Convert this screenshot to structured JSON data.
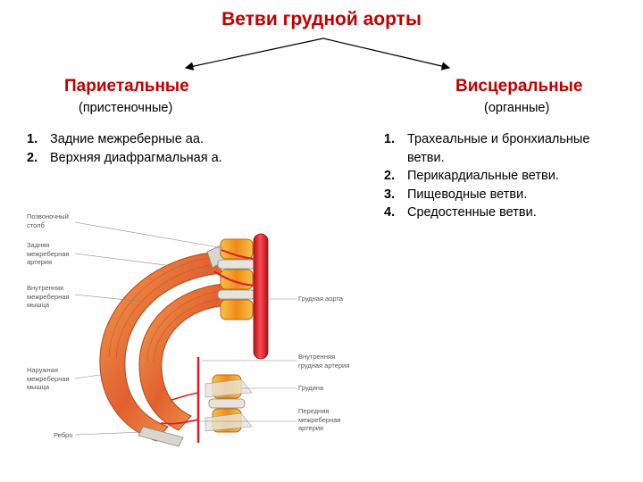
{
  "title": "Ветви грудной аорты",
  "left": {
    "heading": "Париетальные",
    "subheading": "(пристеночные)",
    "items": [
      {
        "num": "1.",
        "text": "Задние межреберные аа."
      },
      {
        "num": "2.",
        "text": "Верхняя диафрагмальная а."
      }
    ]
  },
  "right": {
    "heading": "Висцеральные",
    "subheading": "(органные)",
    "items": [
      {
        "num": "1.",
        "text": "Трахеальные и бронхиальные"
      },
      {
        "num": "",
        "text": "ветви."
      },
      {
        "num": "2.",
        "text": "Перикардиальные ветви."
      },
      {
        "num": "3.",
        "text": "Пищеводные ветви."
      },
      {
        "num": "4.",
        "text": "Средостенные ветви."
      }
    ]
  },
  "figure_labels": {
    "spine": [
      "Позвоночный",
      "столб"
    ],
    "post_artery": [
      "Задняя",
      "межреберная",
      "артерия"
    ],
    "inner_muscle": [
      "Внутренняя",
      "межреберная",
      "мышца"
    ],
    "outer_muscle": [
      "Наружная",
      "межреберная",
      "мышца"
    ],
    "rib": [
      "Ребро"
    ],
    "thoracic_aorta": [
      "Грудная аорта"
    ],
    "int_thoracic_artery": [
      "Внутренняя",
      "грудная артерия"
    ],
    "sternum": [
      "Грудина"
    ],
    "ant_artery": [
      "Передняя",
      "межреберная",
      "артерия"
    ]
  },
  "colors": {
    "title": "#c00000",
    "aorta": "#d8202e",
    "muscle": "#e8743a",
    "bone": "#f2a020",
    "cartilage": "#d9d6cf"
  }
}
